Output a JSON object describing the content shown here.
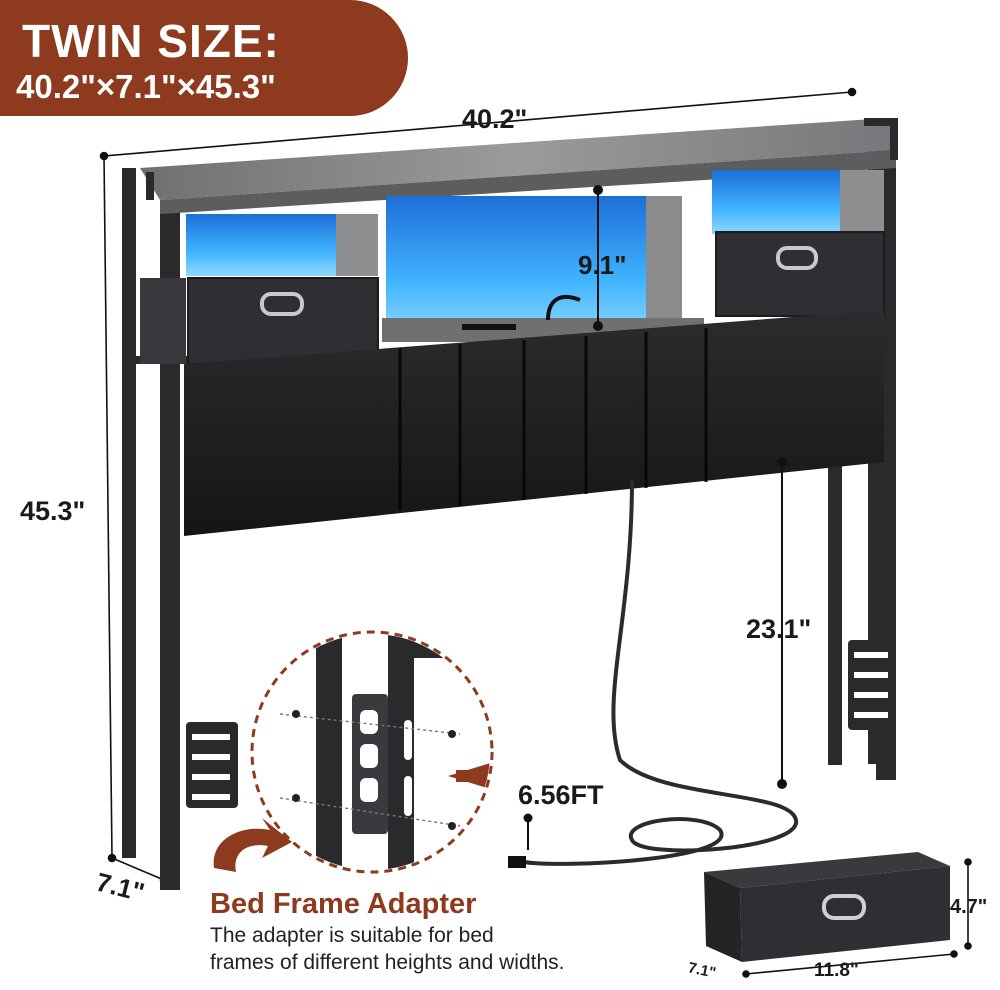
{
  "badge": {
    "title": "TWIN SIZE:",
    "dimensions": "40.2\"×7.1\"×45.3\""
  },
  "dimensions": {
    "width": "40.2\"",
    "height": "45.3\"",
    "depth": "7.1\"",
    "shelf_height": "9.1\"",
    "leg_height": "23.1\"",
    "cord_length": "6.56FT",
    "bin_height": "4.7\"",
    "bin_width": "11.8\"",
    "bin_depth": "7.1\""
  },
  "adapter": {
    "title": "Bed Frame Adapter",
    "description_line1": "The adapter is suitable for bed",
    "description_line2": "frames of different heights and widths."
  },
  "colors": {
    "accent": "#8d3a1e",
    "frame": "#2a2a2d",
    "led": "#3fb3ff",
    "wood": "#8a8b8c",
    "leather": "#1e1e20"
  }
}
